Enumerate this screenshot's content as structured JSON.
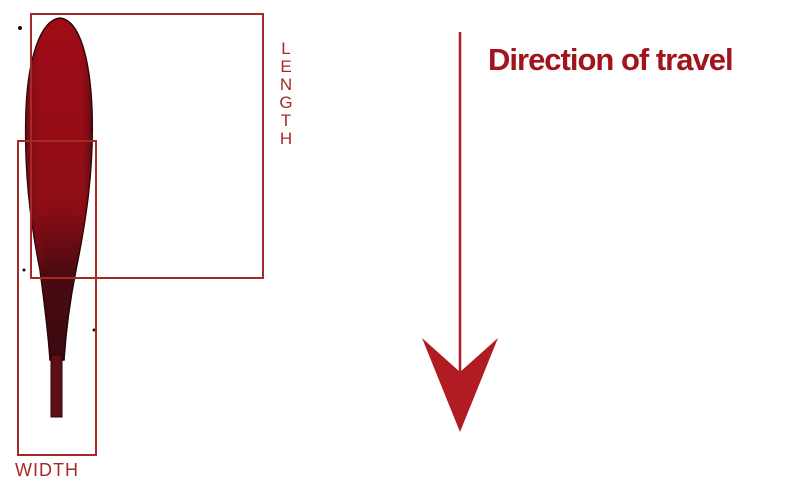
{
  "labels": {
    "length": "LENGTH",
    "width": "WIDTH",
    "direction": "Direction of travel"
  },
  "colors": {
    "frame": "#a52a2a",
    "arrow": "#b01c22",
    "leaf_body": "#8e0d14",
    "leaf_shadow": "#3f0a10",
    "leaf_stem": "#5e0f14",
    "title": "#a0151c"
  }
}
